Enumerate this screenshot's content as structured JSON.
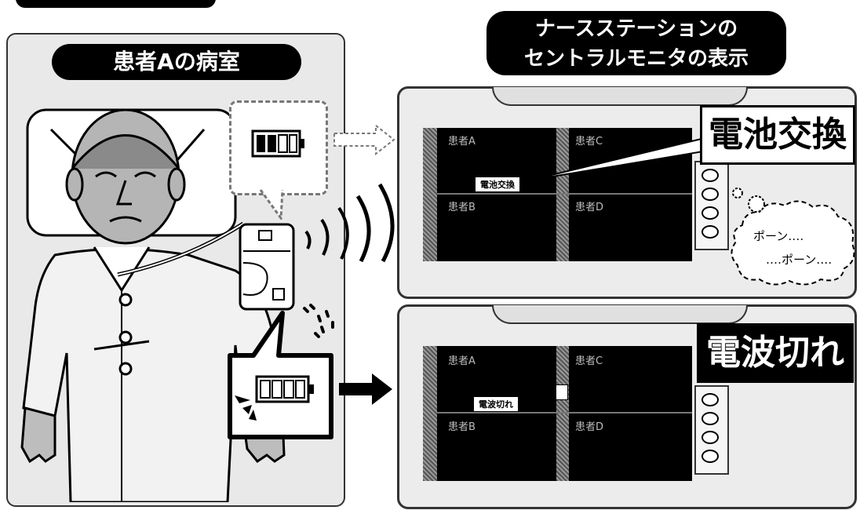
{
  "room_title": "患者Aの病室",
  "station_title_line1": "ナースステーションの",
  "station_title_line2": "セントラルモニタの表示",
  "monitor_top": {
    "patients": [
      "患者A",
      "患者C",
      "患者B",
      "患者D"
    ],
    "message_tag": "電池交換",
    "callout": "電池交換",
    "alarm_line1": "ポーン‥‥",
    "alarm_line2": "‥‥ポーン‥‥"
  },
  "monitor_bottom": {
    "patients": [
      "患者A",
      "患者C",
      "患者B",
      "患者D"
    ],
    "message_tag": "電波切れ",
    "callout": "電波切れ"
  },
  "colors": {
    "ink": "#000000",
    "screen": "#000000",
    "panel": "#ececec",
    "paper": "#ffffff"
  }
}
